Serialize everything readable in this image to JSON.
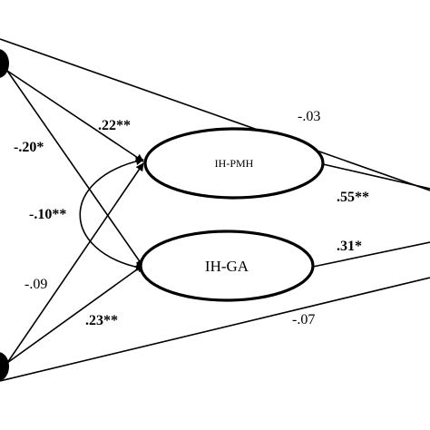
{
  "colors": {
    "stroke": "#000000",
    "background": "#ffffff"
  },
  "nodes": [
    {
      "id": "ih_pmh",
      "label": "IH-PMH"
    },
    {
      "id": "ih_ga",
      "label": "IH-GA"
    }
  ],
  "coefficients": {
    "top_to_pmh": ".22**",
    "top_to_ga": "-.20*",
    "covariance": "-.10**",
    "bottom_to_pmh": "-.09",
    "bottom_to_ga": ".23**",
    "top_direct": "-.03",
    "pmh_to_outcome": ".55**",
    "ga_to_outcome": ".31*",
    "bottom_direct": "-.07"
  }
}
